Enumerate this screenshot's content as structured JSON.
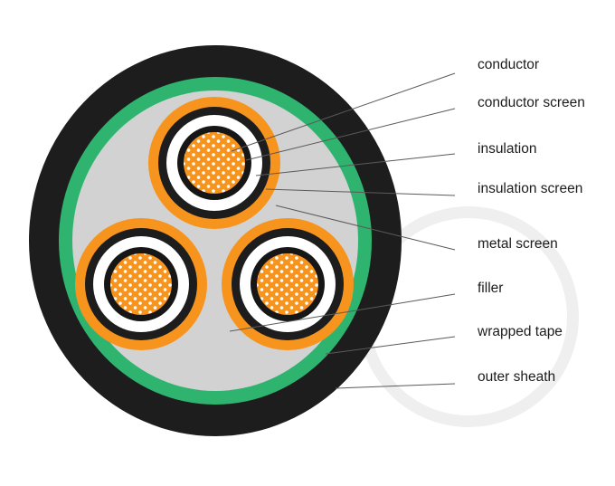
{
  "diagram": {
    "type": "cable-cross-section",
    "core_count": 3,
    "labels": [
      {
        "text": "conductor",
        "target": "conductor"
      },
      {
        "text": "conductor screen",
        "target": "conductor-screen"
      },
      {
        "text": "insulation",
        "target": "insulation"
      },
      {
        "text": "insulation screen",
        "target": "insulation-screen"
      },
      {
        "text": "metal screen",
        "target": "metal-screen"
      },
      {
        "text": "filler",
        "target": "filler"
      },
      {
        "text": "wrapped tape",
        "target": "wrapped-tape"
      },
      {
        "text": "outer sheath",
        "target": "outer-sheath"
      }
    ],
    "colors": {
      "background": "#ffffff",
      "outer_sheath": "#1d1d1d",
      "wrapped_tape": "#2eb46f",
      "filler": "#d2d2d2",
      "metal_screen": "#f7941e",
      "insulation": "#ffffff",
      "insulation_screen": "#1d1d1d",
      "conductor_screen": "#161616",
      "conductor_strands": "#f7941e",
      "strand_sparkle": "#ffffff",
      "leader_line": "#5a5a5a",
      "label_text": "#1c1c1c",
      "watermark_ring": "#efefef"
    }
  }
}
